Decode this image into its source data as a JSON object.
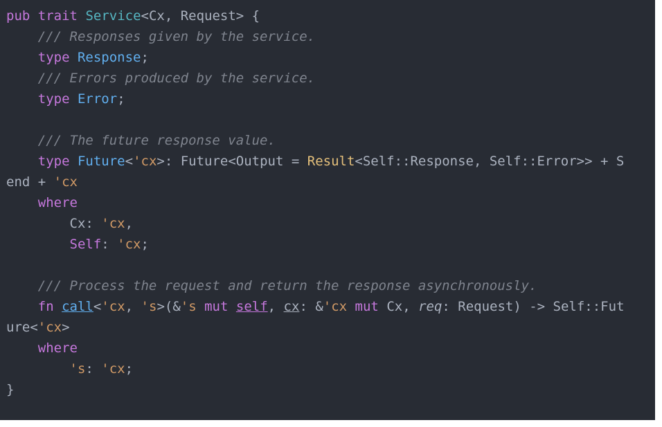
{
  "colors": {
    "background": "#282c34",
    "plain": "#abb2bf",
    "kw": "#c678dd",
    "ty": "#61afef",
    "cls": "#56b6c2",
    "life": "#d19a66",
    "res": "#e5c07b",
    "comment": "#7f848e"
  },
  "code": {
    "language": "rust",
    "lines": [
      [
        {
          "t": "pub",
          "c": "kw"
        },
        {
          "t": " "
        },
        {
          "t": "trait",
          "c": "kw"
        },
        {
          "t": " "
        },
        {
          "t": "Service",
          "c": "cls"
        },
        {
          "t": "<Cx, Request> {"
        }
      ],
      [
        {
          "t": "    /// Responses given by the service.",
          "c": "comment",
          "i": true
        }
      ],
      [
        {
          "t": "    "
        },
        {
          "t": "type",
          "c": "kw"
        },
        {
          "t": " "
        },
        {
          "t": "Response",
          "c": "ty"
        },
        {
          "t": ";"
        }
      ],
      [
        {
          "t": "    /// Errors produced by the service.",
          "c": "comment",
          "i": true
        }
      ],
      [
        {
          "t": "    "
        },
        {
          "t": "type",
          "c": "kw"
        },
        {
          "t": " "
        },
        {
          "t": "Error",
          "c": "ty"
        },
        {
          "t": ";"
        }
      ],
      [],
      [
        {
          "t": "    /// The future response value.",
          "c": "comment",
          "i": true
        }
      ],
      [
        {
          "t": "    "
        },
        {
          "t": "type",
          "c": "kw"
        },
        {
          "t": " "
        },
        {
          "t": "Future",
          "c": "ty"
        },
        {
          "t": "<"
        },
        {
          "t": "'cx",
          "c": "life"
        },
        {
          "t": ">: Future<Output = "
        },
        {
          "t": "Result",
          "c": "res"
        },
        {
          "t": "<Self::Response, Self::Error>> + S"
        }
      ],
      [
        {
          "t": "end + "
        },
        {
          "t": "'cx",
          "c": "life"
        }
      ],
      [
        {
          "t": "    "
        },
        {
          "t": "where",
          "c": "kw"
        }
      ],
      [
        {
          "t": "        Cx: "
        },
        {
          "t": "'cx",
          "c": "life"
        },
        {
          "t": ","
        }
      ],
      [
        {
          "t": "        "
        },
        {
          "t": "Self",
          "c": "kw"
        },
        {
          "t": ": "
        },
        {
          "t": "'cx",
          "c": "life"
        },
        {
          "t": ";"
        }
      ],
      [],
      [
        {
          "t": "    /// Process the request and return the response asynchronously.",
          "c": "comment",
          "i": true
        }
      ],
      [
        {
          "t": "    "
        },
        {
          "t": "fn",
          "c": "kw"
        },
        {
          "t": " "
        },
        {
          "t": "call",
          "c": "ty",
          "u": true
        },
        {
          "t": "<"
        },
        {
          "t": "'cx",
          "c": "life"
        },
        {
          "t": ", "
        },
        {
          "t": "'s",
          "c": "life"
        },
        {
          "t": ">(&"
        },
        {
          "t": "'s",
          "c": "life"
        },
        {
          "t": " "
        },
        {
          "t": "mut",
          "c": "kw"
        },
        {
          "t": " "
        },
        {
          "t": "self",
          "c": "kw",
          "u": true
        },
        {
          "t": ", "
        },
        {
          "t": "cx",
          "u": true
        },
        {
          "t": ": &"
        },
        {
          "t": "'cx",
          "c": "life"
        },
        {
          "t": " "
        },
        {
          "t": "mut",
          "c": "kw"
        },
        {
          "t": " Cx, "
        },
        {
          "t": "req",
          "i": true
        },
        {
          "t": ": Request) -> Self::Fut"
        }
      ],
      [
        {
          "t": "ure<"
        },
        {
          "t": "'cx",
          "c": "life"
        },
        {
          "t": ">"
        }
      ],
      [
        {
          "t": "    "
        },
        {
          "t": "where",
          "c": "kw"
        }
      ],
      [
        {
          "t": "        "
        },
        {
          "t": "'s",
          "c": "life"
        },
        {
          "t": ": "
        },
        {
          "t": "'cx",
          "c": "life"
        },
        {
          "t": ";"
        }
      ],
      [
        {
          "t": "}"
        }
      ]
    ]
  }
}
